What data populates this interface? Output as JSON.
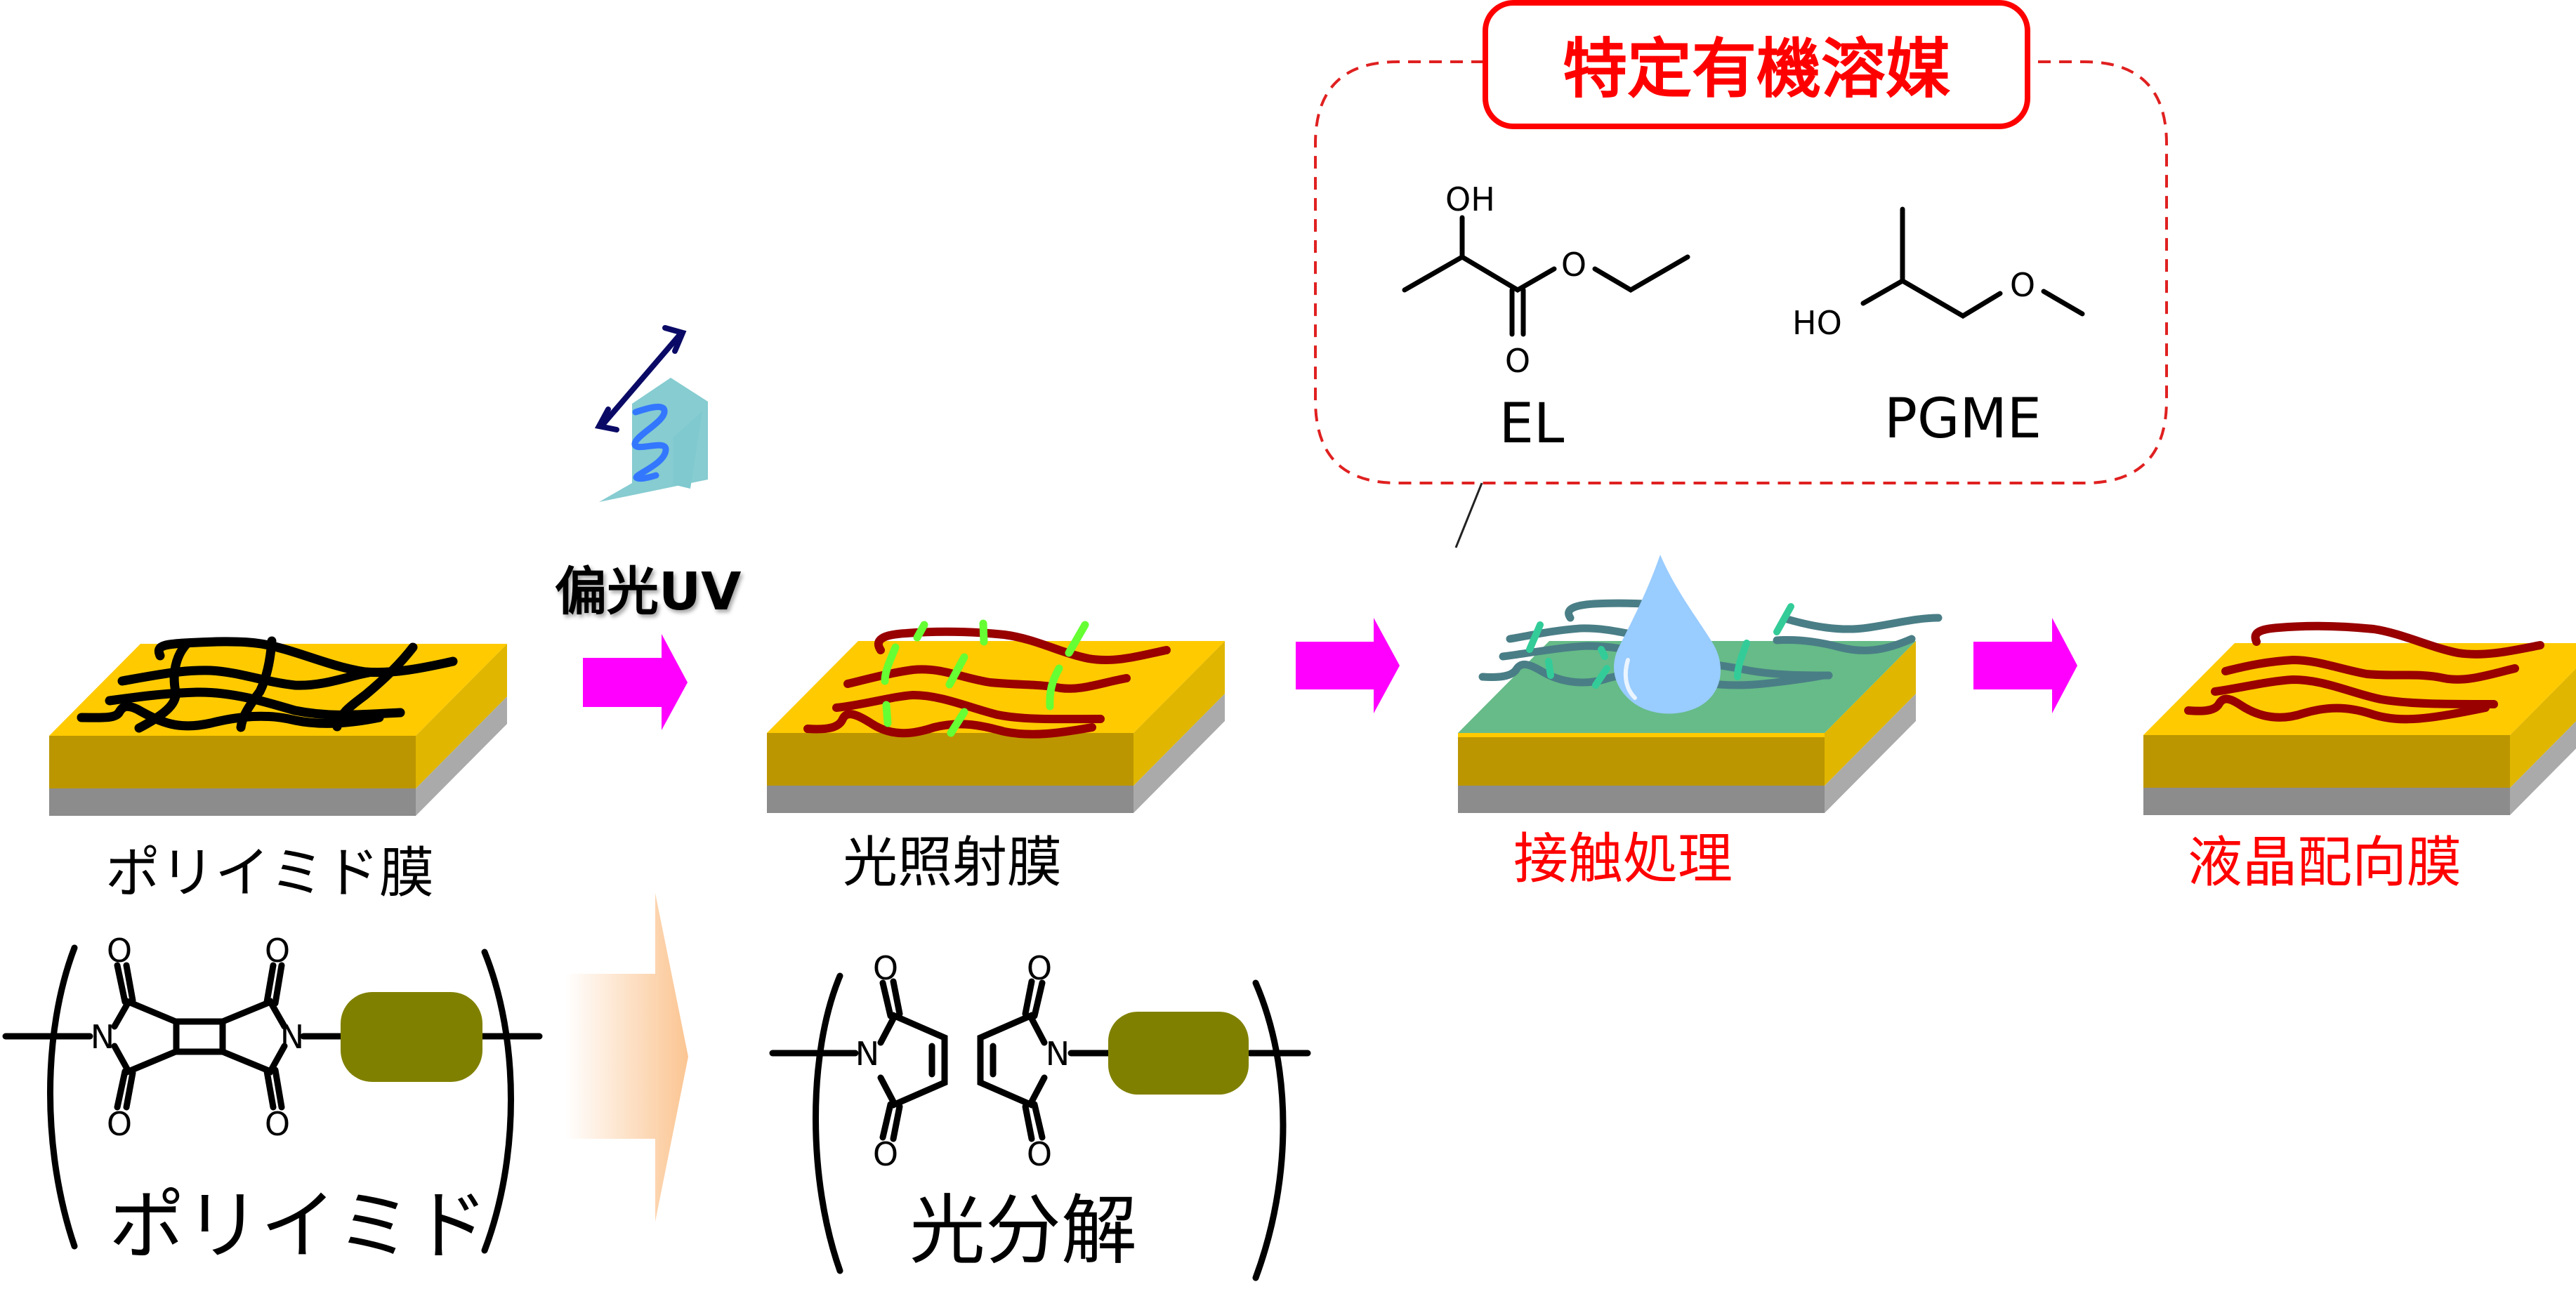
{
  "colors": {
    "film_top": "#FFCA00",
    "film_front": "#BC9600",
    "film_side": "#E0B600",
    "substrate_front": "#8C8C8C",
    "substrate_side": "#AAAAAA",
    "wet_top": "#66BB88",
    "chain_black": "#000000",
    "chain_red": "#990000",
    "chain_teal": "#4A7E86",
    "fragment_green": "#66FF33",
    "fragment_teal": "#33CC99",
    "process_arrow": "#FF00FF",
    "decomp_arrow": "#FBC592",
    "accent_red": "#FF0000",
    "callout_dash": "#E02020",
    "droplet": "#99CCFF",
    "uv_plane": "#7FC9CF",
    "uv_wave": "#3377FF",
    "polarization_arrow": "#0A0A66",
    "diamine_block": "#808000"
  },
  "steps": [
    {
      "id": "polyimide-film",
      "label": "ポリイミド膜",
      "highlight": false
    },
    {
      "id": "irradiated-film",
      "label": "光照射膜",
      "highlight": false
    },
    {
      "id": "contact-treatment",
      "label": "接触処理",
      "highlight": true
    },
    {
      "id": "alignment-film",
      "label": "液晶配向膜",
      "highlight": true
    }
  ],
  "uv": {
    "label": "偏光UV"
  },
  "solvents": {
    "title": "特定有機溶媒",
    "items": [
      {
        "name": "EL",
        "atoms": [
          "OH",
          "O",
          "O"
        ]
      },
      {
        "name": "PGME",
        "atoms": [
          "HO",
          "O"
        ]
      }
    ]
  },
  "structures": {
    "polyimide": {
      "caption": "ポリイミド",
      "atoms": [
        "O",
        "O",
        "O",
        "O",
        "N",
        "N"
      ]
    },
    "photodecomposed": {
      "caption": "光分解",
      "atoms": [
        "O",
        "O",
        "O",
        "O",
        "N",
        "N"
      ]
    }
  }
}
